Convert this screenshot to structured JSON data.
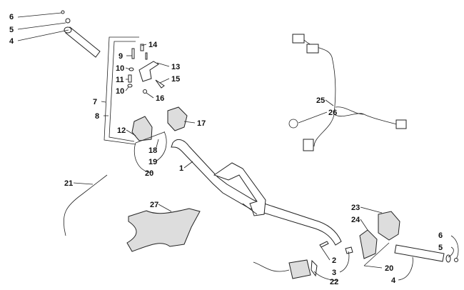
{
  "diagram": {
    "type": "exploded parts diagram (handlebar assembly)",
    "callouts": [
      "6",
      "5",
      "4",
      "14",
      "9",
      "13",
      "10",
      "11",
      "15",
      "10",
      "16",
      "7",
      "8",
      "17",
      "12",
      "18",
      "19",
      "20",
      "1",
      "25",
      "26",
      "21",
      "27",
      "23",
      "24",
      "6",
      "5",
      "2",
      "20",
      "3",
      "4",
      "22"
    ],
    "colors": {
      "line": "#222222",
      "background": "#ffffff"
    }
  }
}
